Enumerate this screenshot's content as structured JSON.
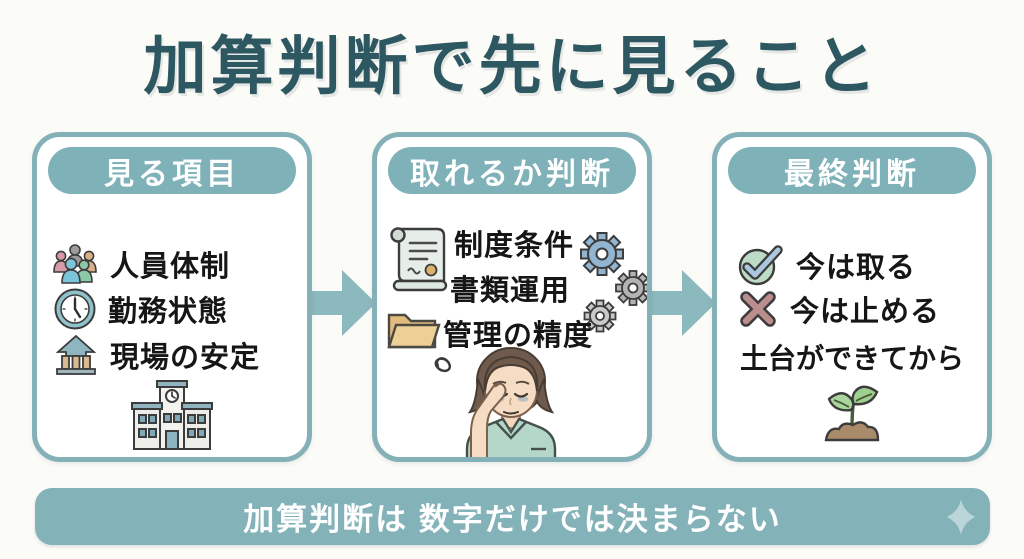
{
  "title": "加算判断で先に見ること",
  "panels": [
    {
      "header": "見る項目",
      "items": [
        {
          "icon": "people-group-icon",
          "label": "人員体制"
        },
        {
          "icon": "clock-icon",
          "label": "勤務状態"
        },
        {
          "icon": "bank-growth-icon",
          "label": "現場の安定"
        }
      ],
      "bottom_icon": "school-building-icon"
    },
    {
      "header": "取れるか判断",
      "items": [
        {
          "label": "制度条件"
        },
        {
          "label": "書類運用"
        },
        {
          "label": "管理の精度"
        }
      ],
      "icons": [
        "certificate-scroll-icon",
        "gears-icon",
        "folder-icon",
        "stressed-caregiver-illustration"
      ]
    },
    {
      "header": "最終判断",
      "items": [
        {
          "icon": "check-circle-icon",
          "label": "今は取る"
        },
        {
          "icon": "x-mark-icon",
          "label": "今は止める"
        },
        {
          "icon": "none",
          "label": "土台ができてから"
        }
      ],
      "bottom_icon": "sprout-icon"
    }
  ],
  "connectors": [
    {
      "icon": "arrow-right-icon"
    },
    {
      "icon": "arrow-right-icon"
    }
  ],
  "banner": {
    "text": "加算判断は 数字だけでは決まらない",
    "icon": "sparkle-icon"
  },
  "colors": {
    "title_text": "#2d5761",
    "panel_border": "#84b1b8",
    "pill_bg": "#7fb1b8",
    "arrow": "#8cb9bd",
    "banner_bg": "#83b2b9",
    "body_text": "#161616",
    "check_circle_green": "#bcdcc6",
    "check_mark_blue": "#abc7de",
    "x_mark_mauve": "#bb8d8d",
    "folder_tan": "#eecf96",
    "gear_blue": "#92b5d1",
    "leaf_green": "#a8d69c",
    "soil_brown": "#a98a6b",
    "scrub_teal": "#b4d7c9"
  }
}
